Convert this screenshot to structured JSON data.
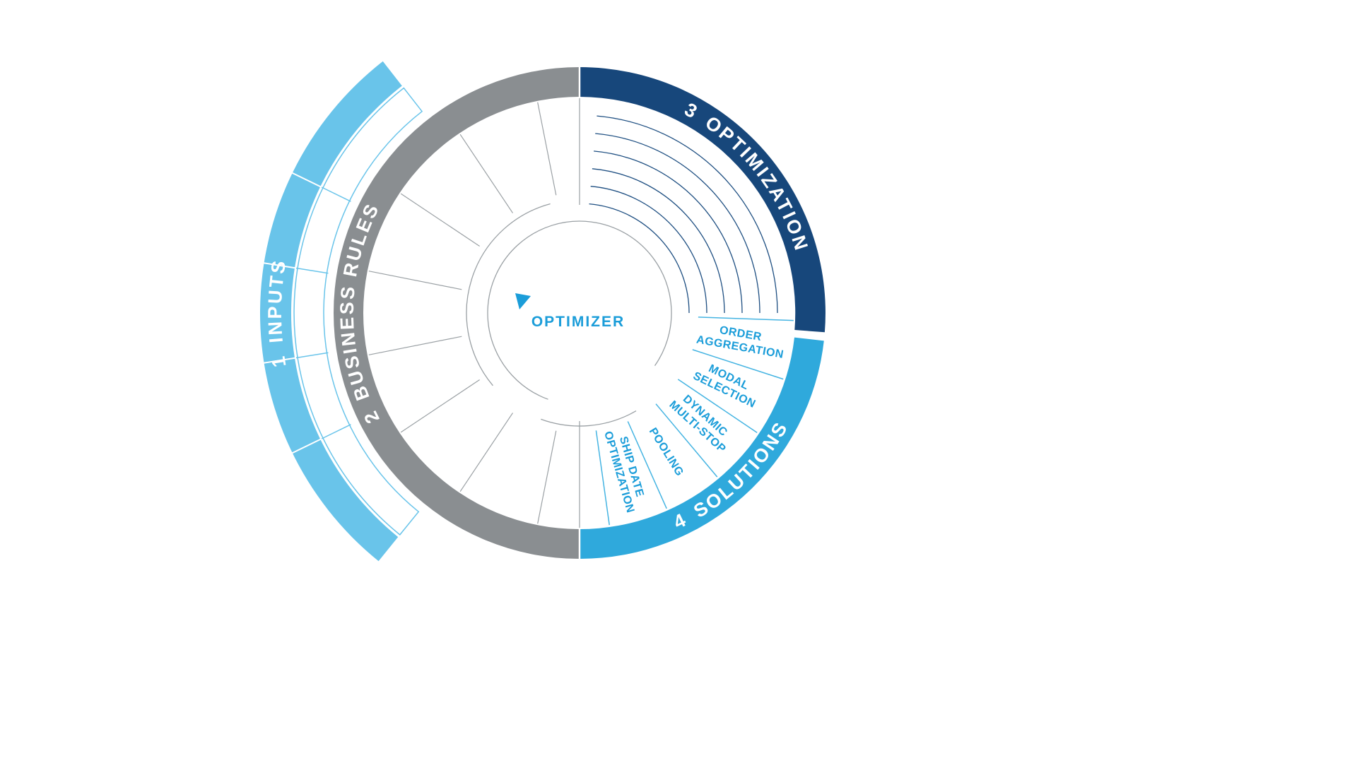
{
  "diagram": {
    "center": {
      "label": "OPTIMIZER"
    },
    "rings": {
      "inputs": {
        "number": "1",
        "label": "INPUTS"
      },
      "business_rules": {
        "number": "2",
        "label": "BUSINESS RULES"
      },
      "optimization": {
        "number": "3",
        "label": "OPTIMIZATION"
      },
      "solutions": {
        "number": "4",
        "label": "SOLUTIONS"
      }
    },
    "solution_items": [
      {
        "line1": "ORDER",
        "line2": "AGGREGATION"
      },
      {
        "line1": "MODAL",
        "line2": "SELECTION"
      },
      {
        "line1": "DYNAMIC",
        "line2": "MULTI-STOP"
      },
      {
        "line1": "POOLING",
        "line2": ""
      },
      {
        "line1": "SHIP DATE",
        "line2": "OPTIMIZATION"
      }
    ],
    "colors": {
      "inputs_arc": "#69c4ea",
      "business_rules_arc": "#8a8e91",
      "optimization_arc": "#17477b",
      "solutions_arc": "#2fa9dc",
      "ring_label_text": "#ffffff",
      "accent_text": "#1b9dd9",
      "thin_arc_navy": "#1d4e81",
      "thin_line_gray": "#9aa0a4",
      "divider_blue": "#45b4e2"
    }
  }
}
